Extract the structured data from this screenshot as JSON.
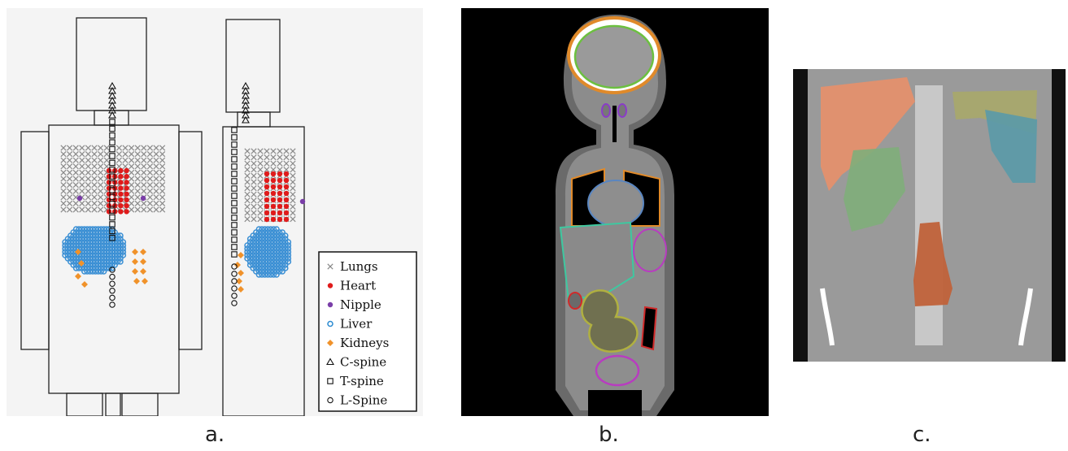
{
  "captions": {
    "a": "a.",
    "b": "b.",
    "c": "c."
  },
  "legend": [
    {
      "label": "Lungs",
      "symbol": "x-mark",
      "color": "#888888"
    },
    {
      "label": "Heart",
      "symbol": "filled-dot",
      "color": "#e01b1b"
    },
    {
      "label": "Nipple",
      "symbol": "filled-dot",
      "color": "#7a3ea8"
    },
    {
      "label": "Liver",
      "symbol": "open-circle",
      "color": "#2b8bd1"
    },
    {
      "label": "Kidneys",
      "symbol": "diamond",
      "color": "#f0922a"
    },
    {
      "label": "C-spine",
      "symbol": "triangle",
      "color": "#111111"
    },
    {
      "label": "T-spine",
      "symbol": "square",
      "color": "#111111"
    },
    {
      "label": "L-Spine",
      "symbol": "circle",
      "color": "#111111"
    }
  ],
  "colors": {
    "lungs": "#8a8a8a",
    "heart": "#e01b1b",
    "nipple": "#7a3ea8",
    "liver": "#3a8fd4",
    "kidneys": "#f0922a",
    "spine": "#111111",
    "ct_background": "#000000",
    "ct_liver": "#e8906a",
    "ct_spleen": "#5a9aa8",
    "ct_kidney": "#7fae7a",
    "ct_stomach": "#a0a04a",
    "ct_bladder": "#c0623a"
  }
}
